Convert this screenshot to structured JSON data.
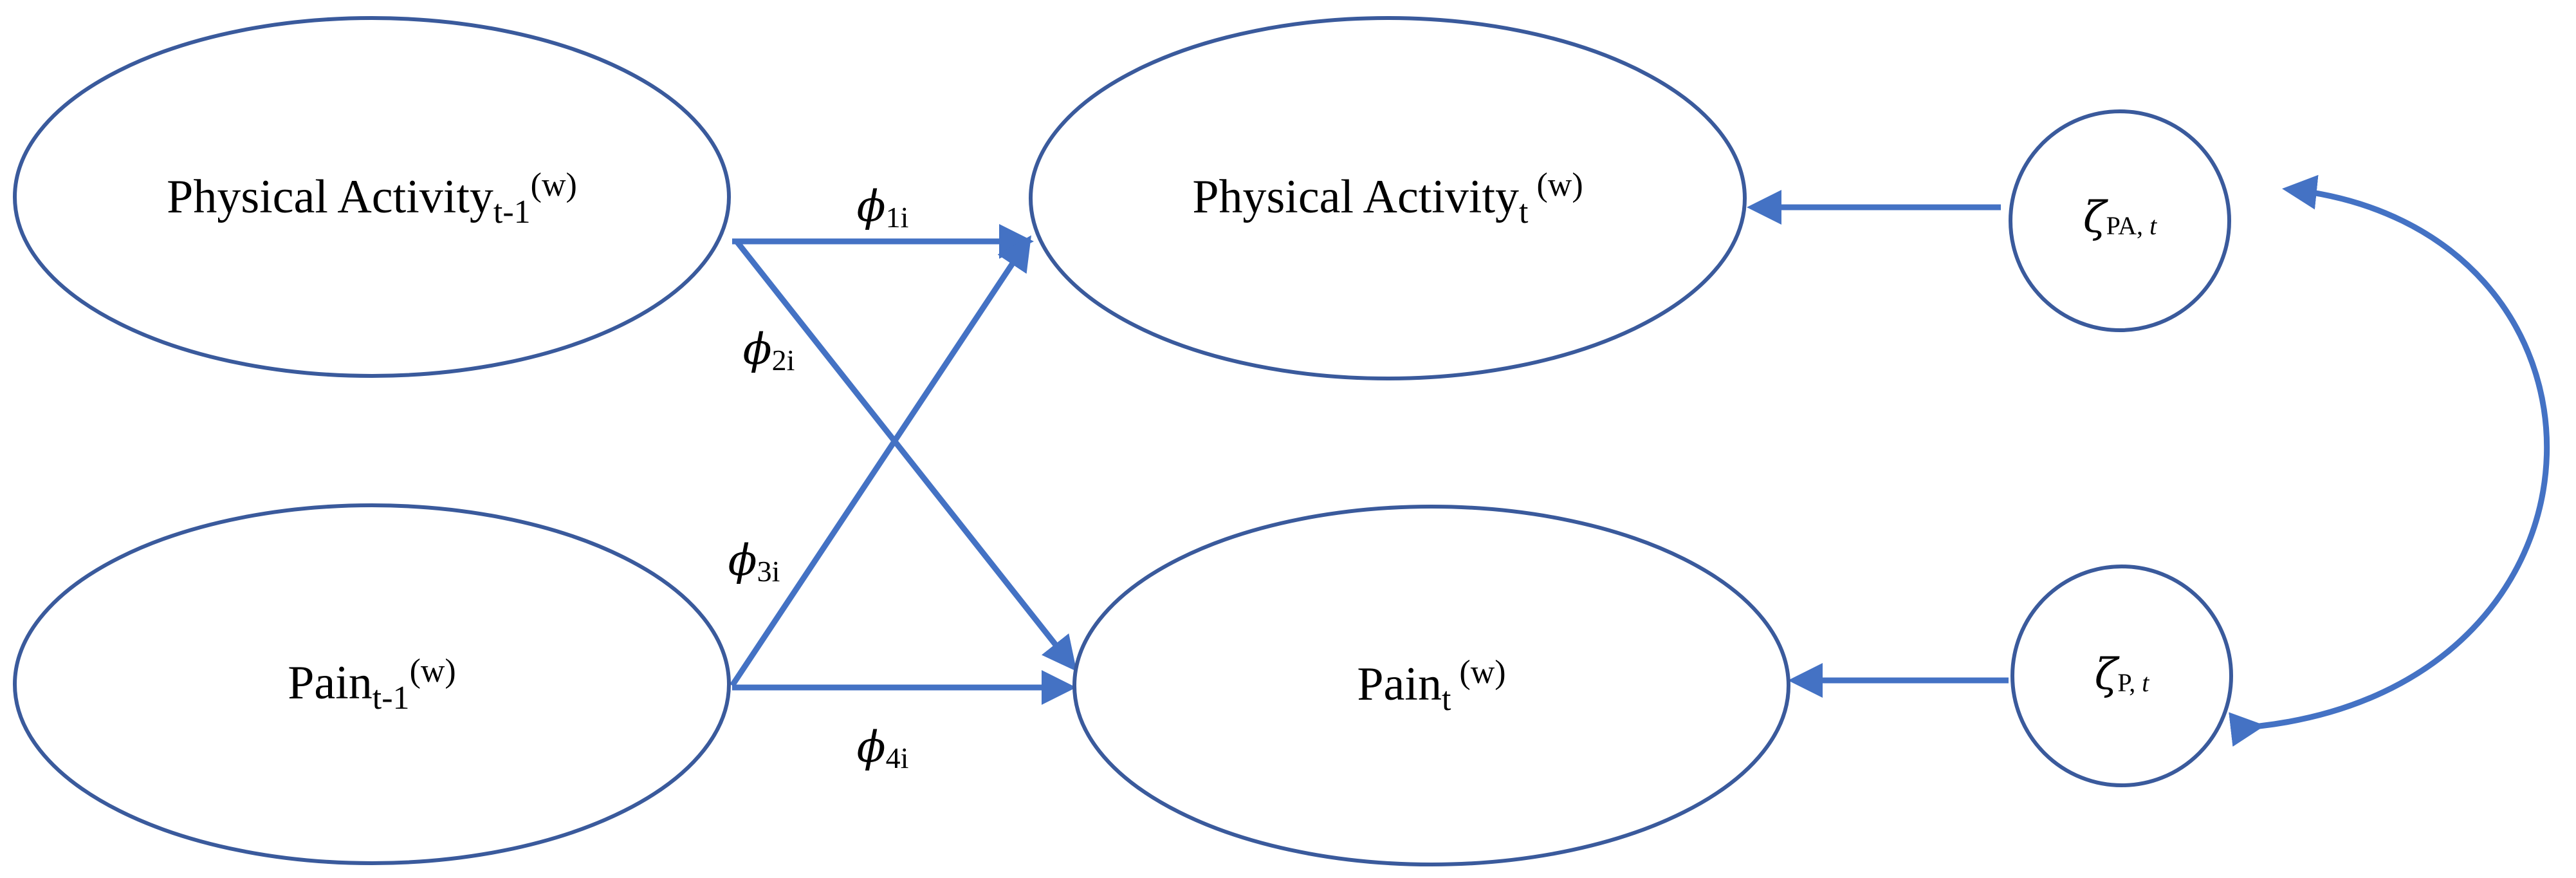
{
  "nodes": {
    "pa_prev": {
      "base": "Physical Activity",
      "sub": "t-1",
      "sup": "(w)"
    },
    "pain_prev": {
      "base": "Pain",
      "sub": "t-1",
      "sup": "(w)"
    },
    "pa_curr": {
      "base": "Physical Activity",
      "sub": "t",
      "sup": " (w)"
    },
    "pain_curr": {
      "base": "Pain",
      "sub": "t",
      "sup": " (w)"
    },
    "zeta_pa": {
      "symbol": "ζ",
      "sub_a": "PA,",
      "sub_b": " t"
    },
    "zeta_p": {
      "symbol": "ζ",
      "sub_a": "P,",
      "sub_b": " t"
    }
  },
  "paths": {
    "phi1": {
      "symbol": "ϕ",
      "sub": "1i"
    },
    "phi2": {
      "symbol": "ϕ",
      "sub": "2i"
    },
    "phi3": {
      "symbol": "ϕ",
      "sub": "3i"
    },
    "phi4": {
      "symbol": "ϕ",
      "sub": "4i"
    }
  },
  "colors": {
    "arrow": "#4472c4",
    "outline": "#3a5a9c"
  }
}
